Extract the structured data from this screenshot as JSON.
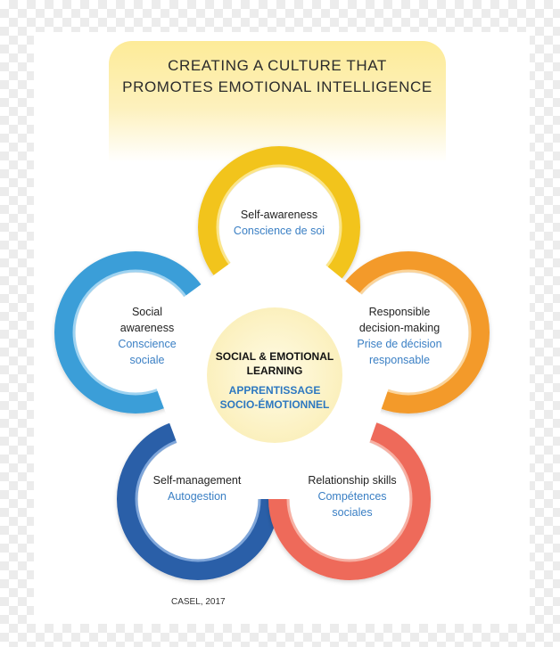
{
  "title": {
    "line1": "CREATING A CULTURE THAT",
    "line2": "PROMOTES EMOTIONAL INTELLIGENCE"
  },
  "center": {
    "en_line1": "SOCIAL & EMOTIONAL",
    "en_line2": "LEARNING",
    "fr_line1": "APPRENTISSAGE",
    "fr_line2": "SOCIO-ÉMOTIONNEL"
  },
  "petals": [
    {
      "id": "self-awareness",
      "en": [
        "Self-awareness"
      ],
      "fr": [
        "Conscience de soi"
      ],
      "color": "#f2c41e"
    },
    {
      "id": "responsible-decision-making",
      "en": [
        "Responsible",
        "decision-making"
      ],
      "fr": [
        "Prise de décision",
        "responsable"
      ],
      "color": "#f39a2c"
    },
    {
      "id": "relationship-skills",
      "en": [
        "Relationship skills"
      ],
      "fr": [
        "Compétences",
        "sociales"
      ],
      "color": "#ee6a5a"
    },
    {
      "id": "self-management",
      "en": [
        "Self-management"
      ],
      "fr": [
        "Autogestion"
      ],
      "color": "#2c5fa8"
    },
    {
      "id": "social-awareness",
      "en": [
        "Social",
        "awareness"
      ],
      "fr": [
        "Conscience",
        "sociale"
      ],
      "color": "#3a9ed8"
    }
  ],
  "source": "CASEL, 2017"
}
